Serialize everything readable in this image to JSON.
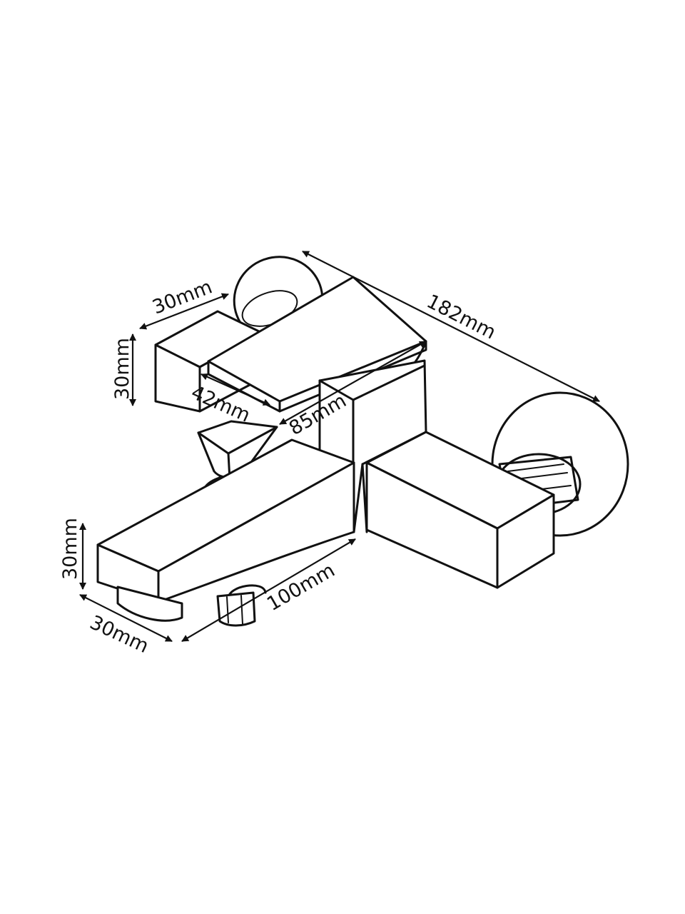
{
  "dimensions": {
    "handle_width": "30mm",
    "handle_height": "30mm",
    "handle_length": "42mm",
    "body_depth": "85mm",
    "overall_width": "182mm",
    "spout_height": "30mm",
    "spout_width": "30mm",
    "spout_length": "100mm"
  },
  "colors": {
    "line": "#111111",
    "background": "#ffffff"
  }
}
